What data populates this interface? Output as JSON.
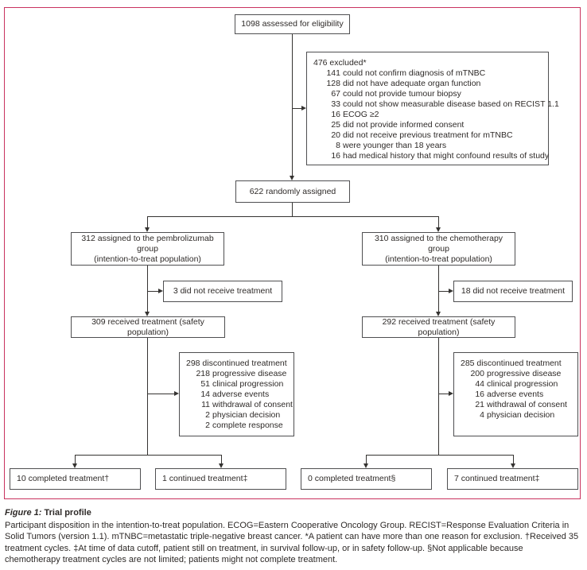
{
  "colors": {
    "frame_border": "#c9325f",
    "box_border": "#4f4f51",
    "text": "#2e2a28",
    "line": "#353331"
  },
  "flowchart": {
    "assessed": "1098 assessed for eligibility",
    "excluded": {
      "header": "476 excluded*",
      "items": [
        {
          "n": "141",
          "label": "could not confirm diagnosis of mTNBC"
        },
        {
          "n": "128",
          "label": "did not have adequate organ function"
        },
        {
          "n": "67",
          "label": "could not provide tumour biopsy"
        },
        {
          "n": "33",
          "label": "could not show measurable disease based on RECIST 1.1"
        },
        {
          "n": "16",
          "label": "ECOG ≥2"
        },
        {
          "n": "25",
          "label": "did not provide informed consent"
        },
        {
          "n": "20",
          "label": "did not receive previous treatment for mTNBC"
        },
        {
          "n": "8",
          "label": "were younger than 18 years"
        },
        {
          "n": "16",
          "label": "had medical history that might confound results of study"
        }
      ]
    },
    "randomized": "622 randomly assigned",
    "arms": {
      "left": {
        "assigned_line1": "312 assigned to the pembrolizumab group",
        "assigned_line2": "(intention-to-treat population)",
        "not_received": "3 did not receive treatment",
        "received": "309 received treatment (safety population)",
        "discontinued": {
          "header": "298 discontinued treatment",
          "items": [
            {
              "n": "218",
              "label": "progressive disease"
            },
            {
              "n": "51",
              "label": "clinical progression"
            },
            {
              "n": "14",
              "label": "adverse events"
            },
            {
              "n": "11",
              "label": "withdrawal of consent"
            },
            {
              "n": "2",
              "label": "physician decision"
            },
            {
              "n": "2",
              "label": "complete response"
            }
          ]
        },
        "completed": "10 completed treatment†",
        "continued": "1 continued treatment‡"
      },
      "right": {
        "assigned_line1": "310 assigned to the chemotherapy group",
        "assigned_line2": "(intention-to-treat population)",
        "not_received": "18 did not receive treatment",
        "received": "292 received treatment (safety population)",
        "discontinued": {
          "header": "285 discontinued treatment",
          "items": [
            {
              "n": "200",
              "label": "progressive disease"
            },
            {
              "n": "44",
              "label": "clinical progression"
            },
            {
              "n": "16",
              "label": "adverse events"
            },
            {
              "n": "21",
              "label": "withdrawal of consent"
            },
            {
              "n": "4",
              "label": "physician decision"
            }
          ]
        },
        "completed": "0 completed treatment§",
        "continued": "7 continued treatment‡"
      }
    }
  },
  "caption": {
    "figure_label": "Figure 1:",
    "figure_title": "Trial profile",
    "body": "Participant disposition in the intention-to-treat population. ECOG=Eastern Cooperative Oncology Group. RECIST=Response Evaluation Criteria in Solid Tumors (version 1.1). mTNBC=metastatic triple-negative breast cancer. *A patient can have more than one reason for exclusion. †Received 35 treatment cycles. ‡At time of data cutoff, patient still on treatment, in survival follow-up, or in safety follow-up. §Not applicable because chemotherapy treatment cycles are not limited; patients might not complete treatment."
  }
}
